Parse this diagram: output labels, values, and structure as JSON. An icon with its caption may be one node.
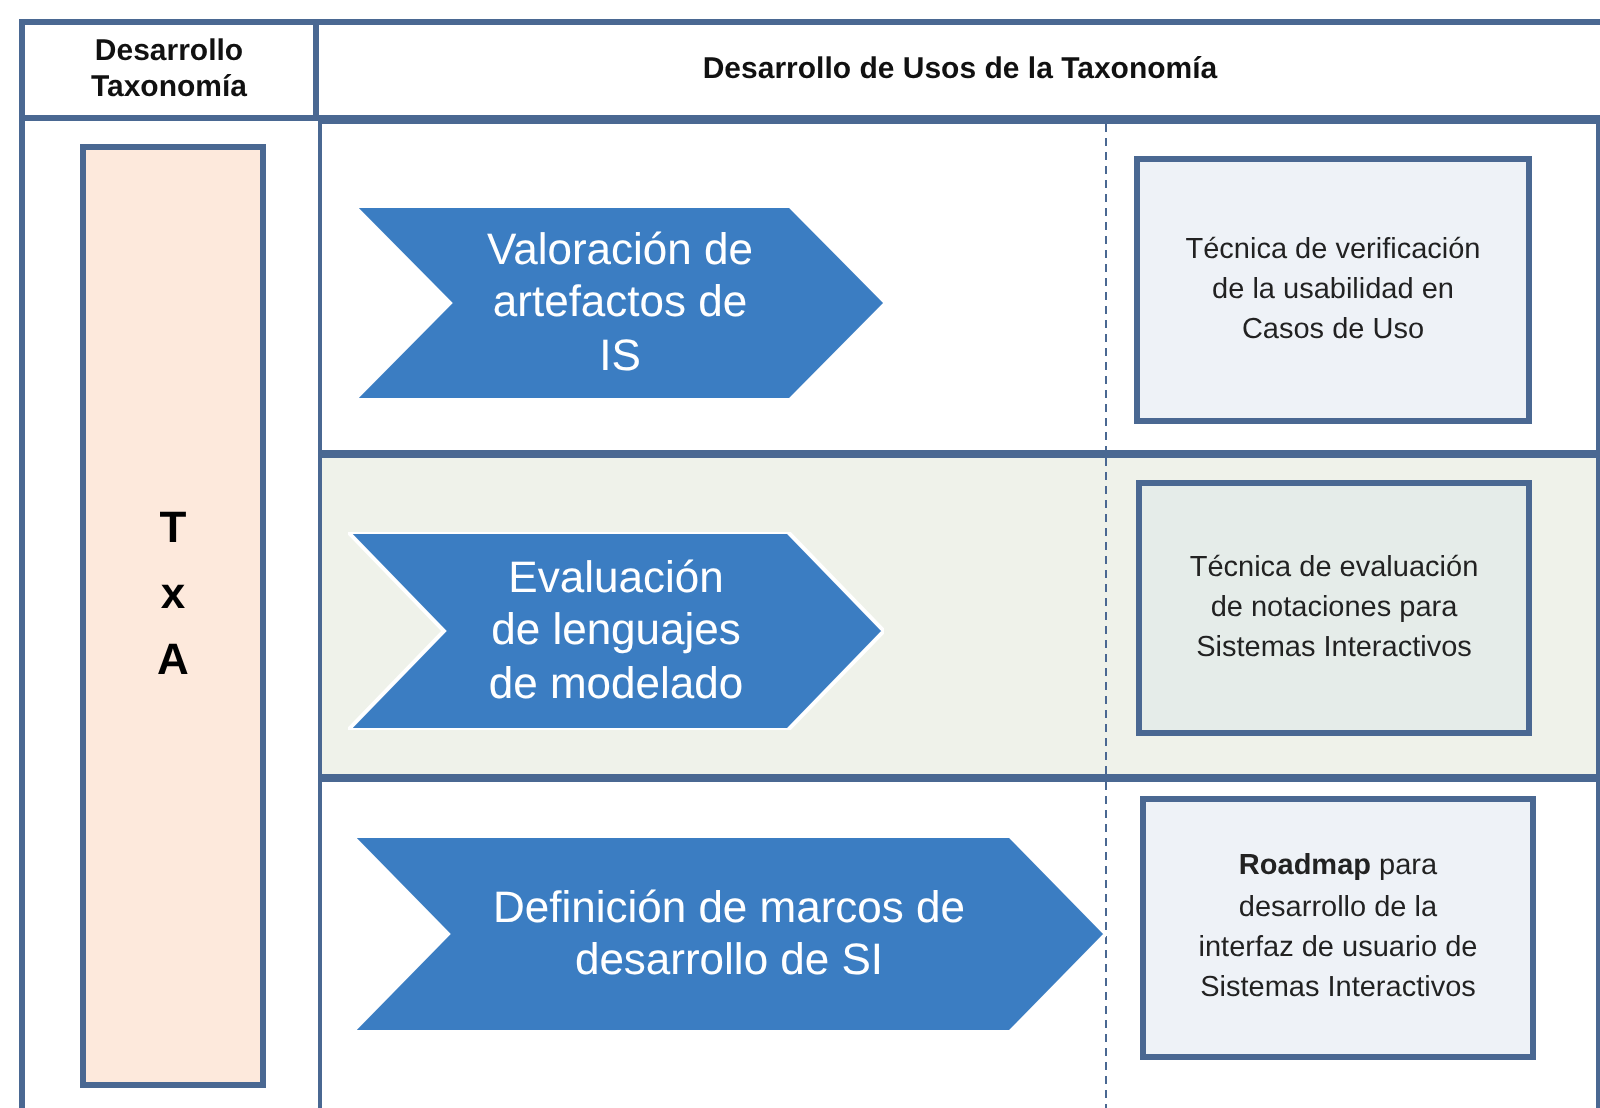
{
  "diagram": {
    "nodes": [
      {
        "text": [
          "T x A"
        ]
      },
      {
        "text": [],
        "shape": "box"
      },
      {
        "text": [
          "Valoración de artefactos de IS"
        ],
        "in": 1
      },
      {
        "text": [
          "Técnica de verificación de la usabilidad en Casos de Uso"
        ],
        "in": 1
      },
      {
        "text": [],
        "shape": "box"
      },
      {
        "text": [
          "Evaluación de lenguajes de modelado"
        ],
        "in": 4
      },
      {
        "text": [
          "Técnica de evaluación de notaciones para Sistemas Interactivos"
        ],
        "in": 4
      },
      {
        "text": [],
        "shape": "box"
      },
      {
        "text": [
          "Definición de marcos de desarrollo de SI"
        ],
        "in": 7
      },
      {
        "text": [
          "**Roadmap** para desarrollo de la interfaz de usuario de Sistemas Interactivos"
        ],
        "in": 7
      }
    ],
    "labels": [
      "Desarrollo Taxonomía",
      "Desarrollo de Usos de la Taxonomía"
    ]
  }
}
